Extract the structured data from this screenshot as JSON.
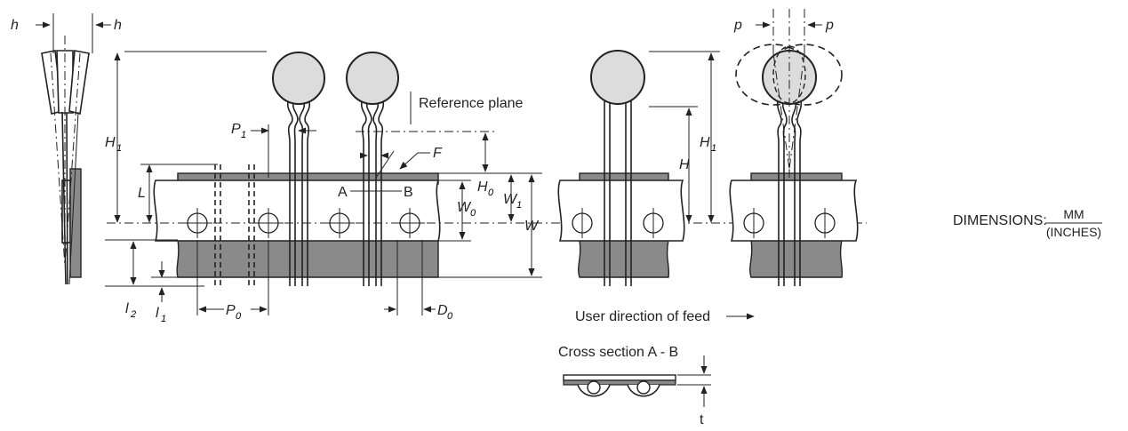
{
  "labels": {
    "h_left": "h",
    "h_right": "h",
    "p_left": "p",
    "p_right": "p",
    "H1_left": "H",
    "H1_left_sub": "1",
    "L": "L",
    "P1": "P",
    "P1_sub": "1",
    "reference_plane": "Reference plane",
    "F": "F",
    "H0": "H",
    "H0_sub": "0",
    "A": "A",
    "B": "B",
    "W0": "W",
    "W0_sub": "0",
    "W1": "W",
    "W1_sub": "1",
    "W": "W",
    "H": "H",
    "H1_right": "H",
    "H1_right_sub": "1",
    "l2": "l",
    "l2_sub": "2",
    "l1": "l",
    "l1_sub": "1",
    "P0": "P",
    "P0_sub": "0",
    "D0": "D",
    "D0_sub": "0",
    "feed_direction": "User direction of feed",
    "cross_section": "Cross section A - B",
    "t": "t"
  },
  "dimensions_note": {
    "label": "DIMENSIONS:",
    "numerator": "MM",
    "denominator": "(INCHES)"
  }
}
